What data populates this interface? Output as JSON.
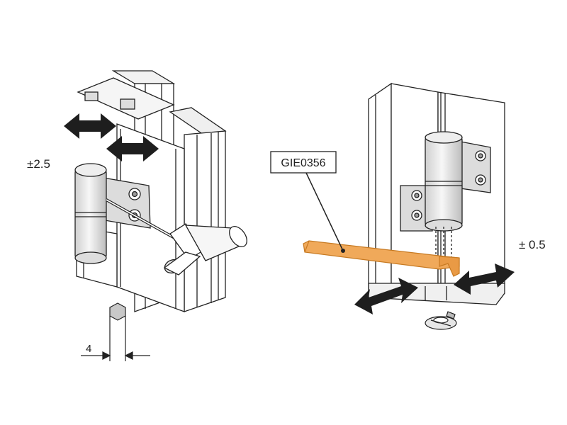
{
  "labels": {
    "left_tolerance": "±2.5",
    "right_tolerance": "± 0.5",
    "hex_size": "4",
    "tool_code": "GIE0356"
  },
  "colors": {
    "line": "#222222",
    "frame_fill": "#ffffff",
    "barrel_fill": "#e6e6e6",
    "plate_fill": "#dcdcdc",
    "arrow_fill": "#1e1e1e",
    "tool_fill": "#f0a95a",
    "tool_stroke": "#c77a22",
    "hex_fill": "#c8c8c8"
  },
  "icons": {
    "adjust_arrow": "double-arrow-icon",
    "hex_key": "hex-key-icon",
    "screwdriver": "screwdriver-icon"
  }
}
